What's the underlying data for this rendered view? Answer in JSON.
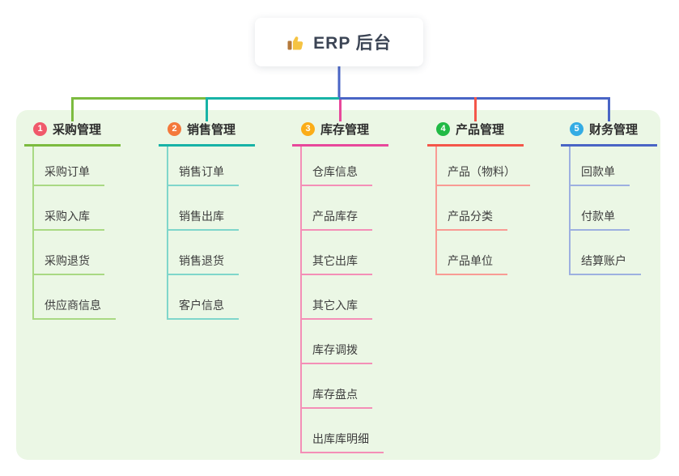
{
  "root": {
    "title": "ERP 后台",
    "icon": "thumbs-up-icon"
  },
  "colors": {
    "panel_bg": "#ebf7e5",
    "root_line": "#4965c5",
    "root_text": "#3b4454",
    "branch_text": "#2e2e2e",
    "child_text": "#3d3d3d"
  },
  "branches": [
    {
      "index": "1",
      "label": "采购管理",
      "badge_color": "#f0596b",
      "line_color": "#7cbb3f",
      "child_line_color": "#a9d983",
      "children": [
        "采购订单",
        "采购入库",
        "采购退货",
        "供应商信息"
      ]
    },
    {
      "index": "2",
      "label": "销售管理",
      "badge_color": "#f4793b",
      "line_color": "#17b3a6",
      "child_line_color": "#7fd6cb",
      "children": [
        "销售订单",
        "销售出库",
        "销售退货",
        "客户信息"
      ]
    },
    {
      "index": "3",
      "label": "库存管理",
      "badge_color": "#fbad18",
      "line_color": "#e8489b",
      "child_line_color": "#f48fb7",
      "children": [
        "仓库信息",
        "产品库存",
        "其它出库",
        "其它入库",
        "库存调拨",
        "库存盘点",
        "出库库明细"
      ]
    },
    {
      "index": "4",
      "label": "产品管理",
      "badge_color": "#21ba45",
      "line_color": "#f4564a",
      "child_line_color": "#f99b94",
      "children": [
        "产品（物料）",
        "产品分类",
        "产品单位"
      ]
    },
    {
      "index": "5",
      "label": "财务管理",
      "badge_color": "#34ace4",
      "line_color": "#4965c5",
      "child_line_color": "#9db0e0",
      "children": [
        "回款单",
        "付款单",
        "结算账户"
      ]
    }
  ]
}
